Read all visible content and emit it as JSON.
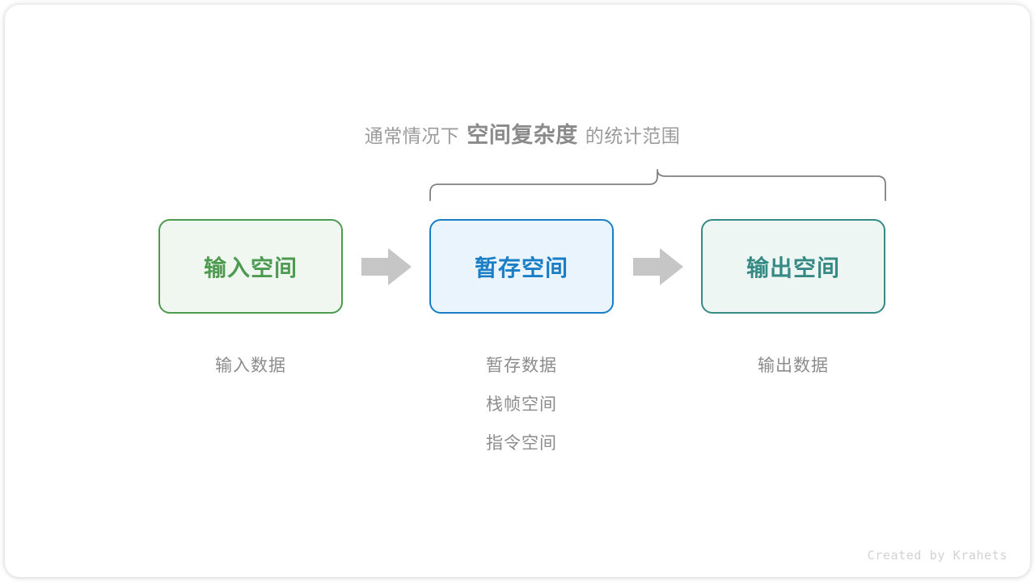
{
  "heading": {
    "prefix": "通常情况下",
    "emphasis": "空间复杂度",
    "suffix": "的统计范围"
  },
  "boxes": [
    {
      "id": "input",
      "label": "输入空间",
      "border_color": "#4d9a51",
      "fill_color": "#f0f7f0"
    },
    {
      "id": "temp",
      "label": "暂存空间",
      "border_color": "#1a7ec6",
      "fill_color": "#e9f4fc"
    },
    {
      "id": "output",
      "label": "输出空间",
      "border_color": "#368a84",
      "fill_color": "#eef6f4"
    }
  ],
  "arrows": [
    {
      "name": "arrow-input-to-temp",
      "color": "#c6c6c6"
    },
    {
      "name": "arrow-temp-to-output",
      "color": "#c6c6c6"
    }
  ],
  "captions": {
    "input": [
      "输入数据"
    ],
    "temp": [
      "暂存数据",
      "栈帧空间",
      "指令空间"
    ],
    "output": [
      "输出数据"
    ]
  },
  "brace": {
    "color": "#808080",
    "spans_from": "暂存空间",
    "spans_to": "输出空间"
  },
  "watermark": "Created by Krahets",
  "colors": {
    "background": "#ffffff",
    "text_gray": "#8c8c8c",
    "heading_gray": "#9b9b9b",
    "heading_emphasis_gray": "#8a8a8a",
    "watermark_gray": "#d2d2d2"
  }
}
